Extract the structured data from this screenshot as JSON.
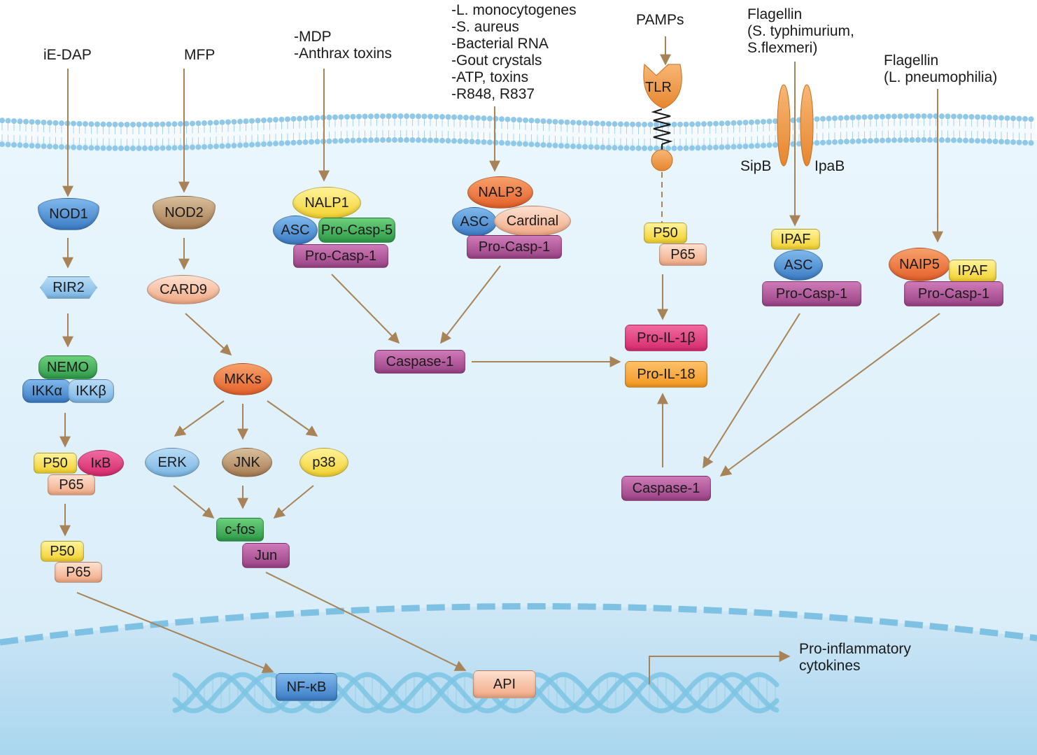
{
  "inputs": {
    "ie_dap": "iE-DAP",
    "mfp": "MFP",
    "mdp_anthrax": "-MDP\n-Anthrax toxins",
    "nalp3_triggers": "-L. monocytogenes\n-S. aureus\n-Bacterial RNA\n-Gout crystals\n-ATP, toxins\n-R848, R837",
    "pamps": "PAMPs",
    "flagellin_s": "Flagellin\n(S. typhimurium,\nS.flexmeri)",
    "flagellin_l": "Flagellin\n(L. pneumophilia)"
  },
  "membrane_labels": {
    "sipb": "SipB",
    "ipab": "IpaB"
  },
  "nodes": {
    "nod1": "NOD1",
    "rir2": "RIR2",
    "nemo": "NEMO",
    "ikka": "IKKα",
    "ikkb": "IKKβ",
    "p50_1": "P50",
    "ikb": "IκB",
    "p65_1": "P65",
    "p50_2": "P50",
    "p65_2": "P65",
    "nod2": "NOD2",
    "card9": "CARD9",
    "mkks": "MKKs",
    "erk": "ERK",
    "jnk": "JNK",
    "p38": "p38",
    "cfos": "c-fos",
    "jun": "Jun",
    "nalp1": "NALP1",
    "asc_1": "ASC",
    "procasp5": "Pro-Casp-5",
    "procasp1_1": "Pro-Casp-1",
    "nalp3": "NALP3",
    "asc_2": "ASC",
    "cardinal": "Cardinal",
    "procasp1_2": "Pro-Casp-1",
    "caspase1_1": "Caspase-1",
    "tlr": "TLR",
    "p50_3": "P50",
    "p65_3": "P65",
    "proil1b": "Pro-IL-1β",
    "proil18": "Pro-IL-18",
    "ipaf_1": "IPAF",
    "asc_3": "ASC",
    "procasp1_3": "Pro-Casp-1",
    "naip5": "NAIP5",
    "ipaf_2": "IPAF",
    "procasp1_4": "Pro-Casp-1",
    "caspase1_2": "Caspase-1",
    "nfkb": "NF-κB",
    "api": "API"
  },
  "outputs": {
    "cytokines": "Pro-inflammatory\ncytokines"
  },
  "colors": {
    "arrow": "#a88358",
    "cytoplasm": "#dbeefa",
    "nucleus": "#c7e3f4",
    "membrane_bead": "#8fc8e8",
    "dna": "#7cc4e4"
  }
}
